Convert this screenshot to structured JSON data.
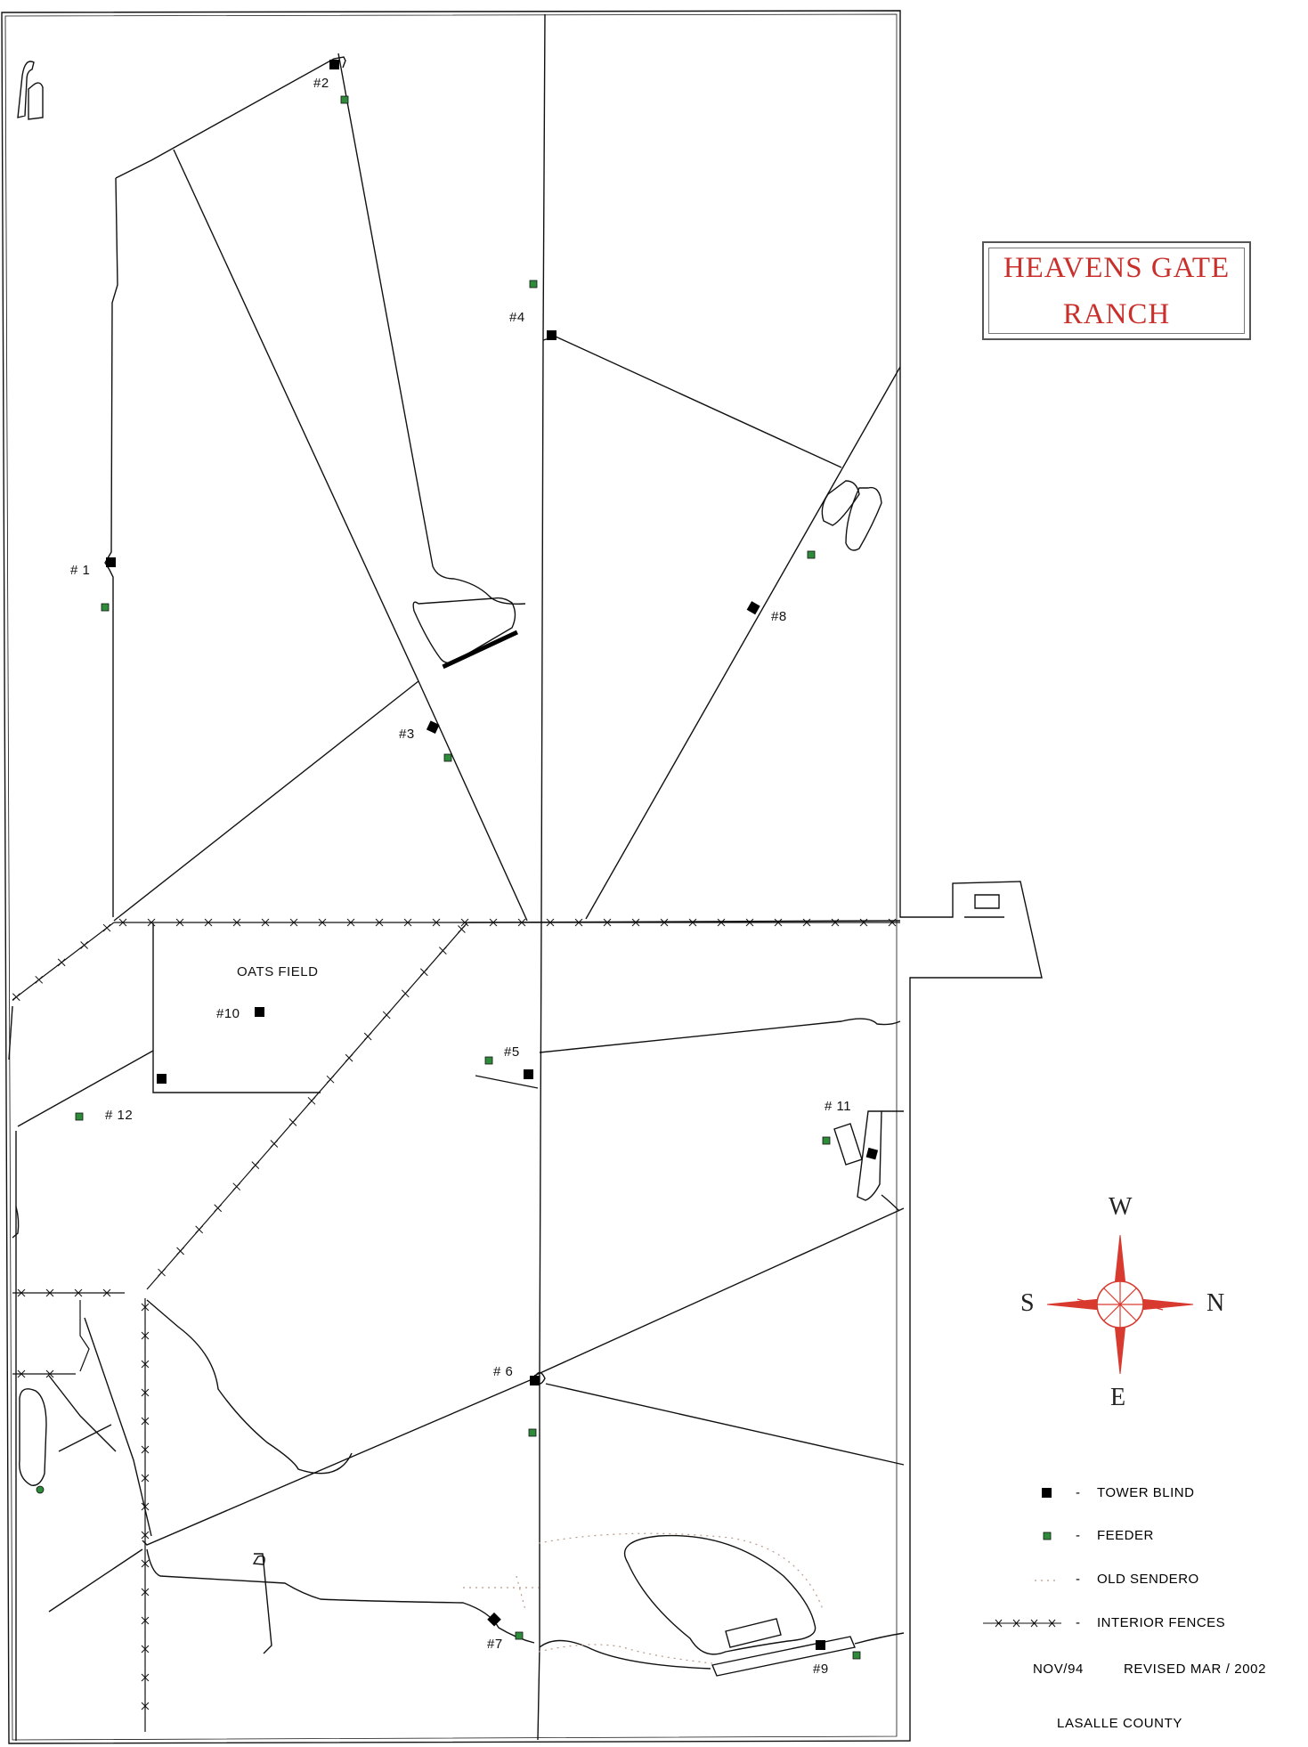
{
  "title": {
    "line1": "HEAVENS GATE",
    "line2": "RANCH"
  },
  "colors": {
    "title": "#c9302c",
    "compass": "#d93a2f",
    "feeder": "#2e8b3a",
    "blind": "#000000",
    "line": "#111111"
  },
  "field_label": "OATS FIELD",
  "blinds": {
    "b1": "# 1",
    "b2": "#2",
    "b3": "#3",
    "b4": "#4",
    "b5": "#5",
    "b6": "# 6",
    "b7": "#7",
    "b8": "#8",
    "b9": "#9",
    "b10": "#10",
    "b11": "# 11",
    "b12": "# 12"
  },
  "compass": {
    "top": "W",
    "bottom": "E",
    "left": "S",
    "right": "N"
  },
  "legend": {
    "tower_blind": "TOWER BLIND",
    "feeder": "FEEDER",
    "old_sendero": "OLD SENDERO",
    "interior_fences": "INTERIOR FENCES",
    "dash": "-"
  },
  "footer": {
    "date": "NOV/94",
    "revised": "REVISED MAR / 2002",
    "county": "LASALLE COUNTY"
  }
}
